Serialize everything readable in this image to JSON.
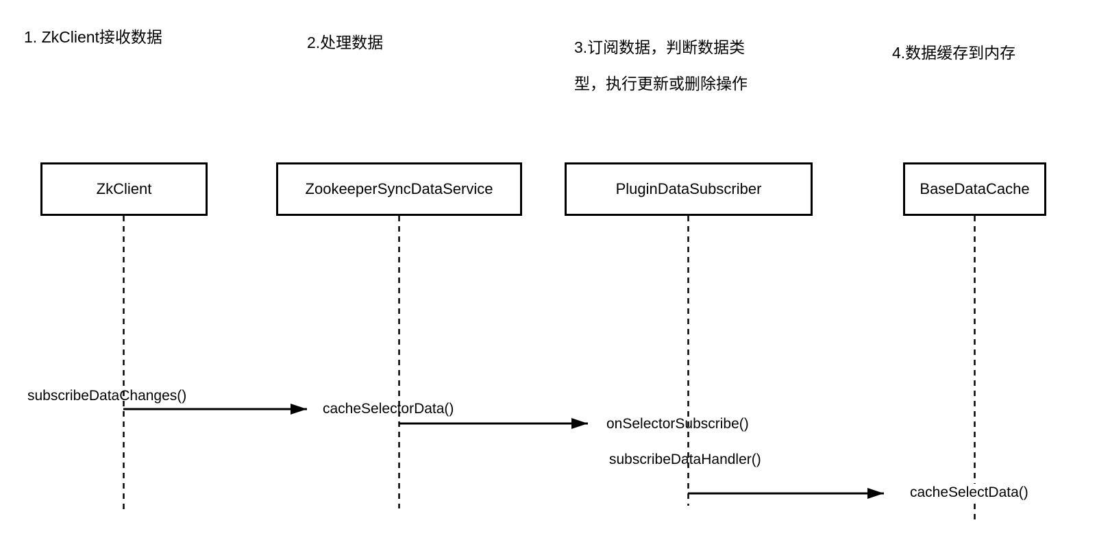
{
  "annotations": {
    "step1": "1. ZkClient接收数据",
    "step2": "2.处理数据",
    "step3_line1": "3.订阅数据，判断数据类",
    "step3_line2": "型，执行更新或删除操作",
    "step4": "4.数据缓存到内存"
  },
  "participants": {
    "zk_client": "ZkClient",
    "zookeeper_sync_data_service": "ZookeeperSyncDataService",
    "plugin_data_subscriber": "PluginDataSubscriber",
    "base_data_cache": "BaseDataCache"
  },
  "messages": {
    "m1": "subscribeDataChanges()",
    "m2": "cacheSelectorData()",
    "m3": "onSelectorSubscribe()",
    "m4": "subscribeDataHandler()",
    "m5": "cacheSelectData()"
  },
  "colors": {
    "background": "#ffffff",
    "ink": "#000000"
  }
}
